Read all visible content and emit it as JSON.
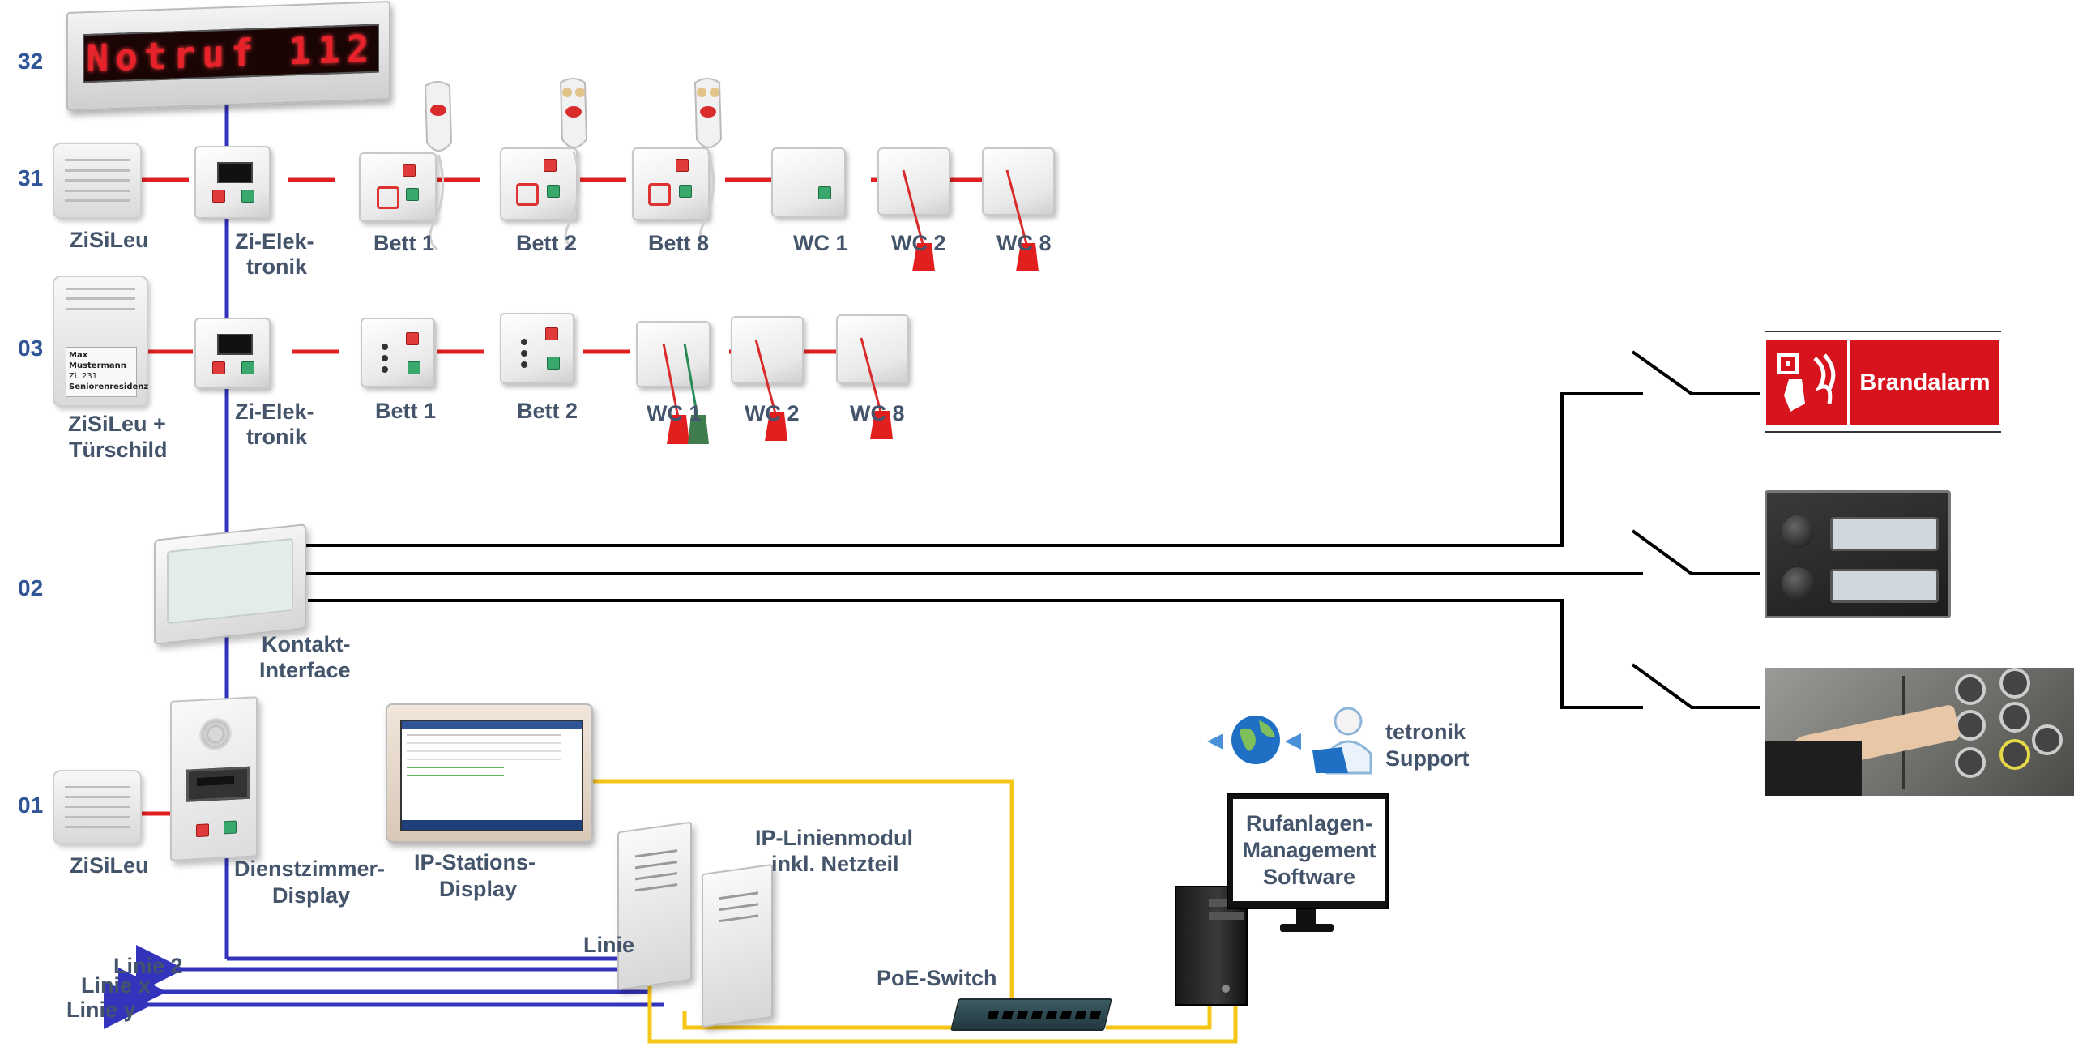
{
  "levels": [
    "32",
    "31",
    "03",
    "02",
    "01"
  ],
  "led_sign": {
    "text": "Notruf 112",
    "color": "#e8222a"
  },
  "labels": {
    "zisileu_31": "ZiSiLeu",
    "zielek_31_a": "Zi-Elek-",
    "zielek_31_b": "tronik",
    "bett1_31": "Bett 1",
    "bett2_31": "Bett 2",
    "bett8_31": "Bett 8",
    "wc1_31": "WC 1",
    "wc2_31": "WC 2",
    "wc8_31": "WC 8",
    "zisileu_03_a": "ZiSiLeu +",
    "zisileu_03_b": "Türschild",
    "zielek_03_a": "Zi-Elek-",
    "zielek_03_b": "tronik",
    "bett1_03": "Bett 1",
    "bett2_03": "Bett 2",
    "wc1_03": "WC 1",
    "wc2_03": "WC 2",
    "wc8_03": "WC 8",
    "kontakt_a": "Kontakt-",
    "kontakt_b": "Interface",
    "zisileu_01": "ZiSiLeu",
    "dienst_a": "Dienstzimmer-",
    "dienst_b": "Display",
    "ipstat_a": "IP-Stations-",
    "ipstat_b": "Display",
    "iplinie_a": "IP-Linienmodul",
    "iplinie_b": "inkl. Netzteil",
    "poe": "PoE-Switch",
    "support_a": "tetronik",
    "support_b": "Support",
    "software_a": "Rufanlagen-",
    "software_b": "Management",
    "software_c": "Software",
    "linie_1": "Linie",
    "linie_2": "Linie 2",
    "linie_x": "Linie x",
    "linie_y": "Linie y"
  },
  "door_sign": {
    "name": "Max Mustermann",
    "room": "Zi. 231",
    "place": "Seniorenresidenz"
  },
  "brandalarm": {
    "text": "Brandalarm",
    "bg": "#d7141e"
  },
  "colors": {
    "bus_line": "#3333bb",
    "room_line": "#e02020",
    "network_line": "#f5c518",
    "contact_line": "#000000",
    "label": "#44546a",
    "level": "#2f5597"
  },
  "icons": [
    "globe-icon",
    "support-agent-icon",
    "pc-tower-icon",
    "monitor-icon",
    "network-switch-icon",
    "switch-contact-icon",
    "doorbell-panel-icon",
    "elevator-panel-icon"
  ]
}
